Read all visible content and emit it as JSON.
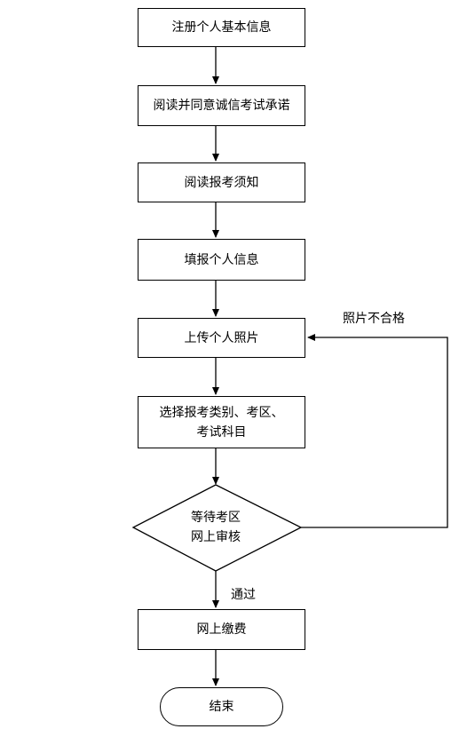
{
  "steps": {
    "register": "注册个人基本信息",
    "read_promise": "阅读并同意诚信考试承诺",
    "read_notice": "阅读报考须知",
    "fill_info": "填报个人信息",
    "upload_photo": "上传个人照片",
    "select_line1": "选择报考类别、考区、",
    "select_line2": "考试科目",
    "review_line1": "等待考区",
    "review_line2": "网上审核",
    "pay": "网上缴费",
    "end": "结束"
  },
  "labels": {
    "photo_rejected": "照片不合格",
    "passed": "通过"
  }
}
